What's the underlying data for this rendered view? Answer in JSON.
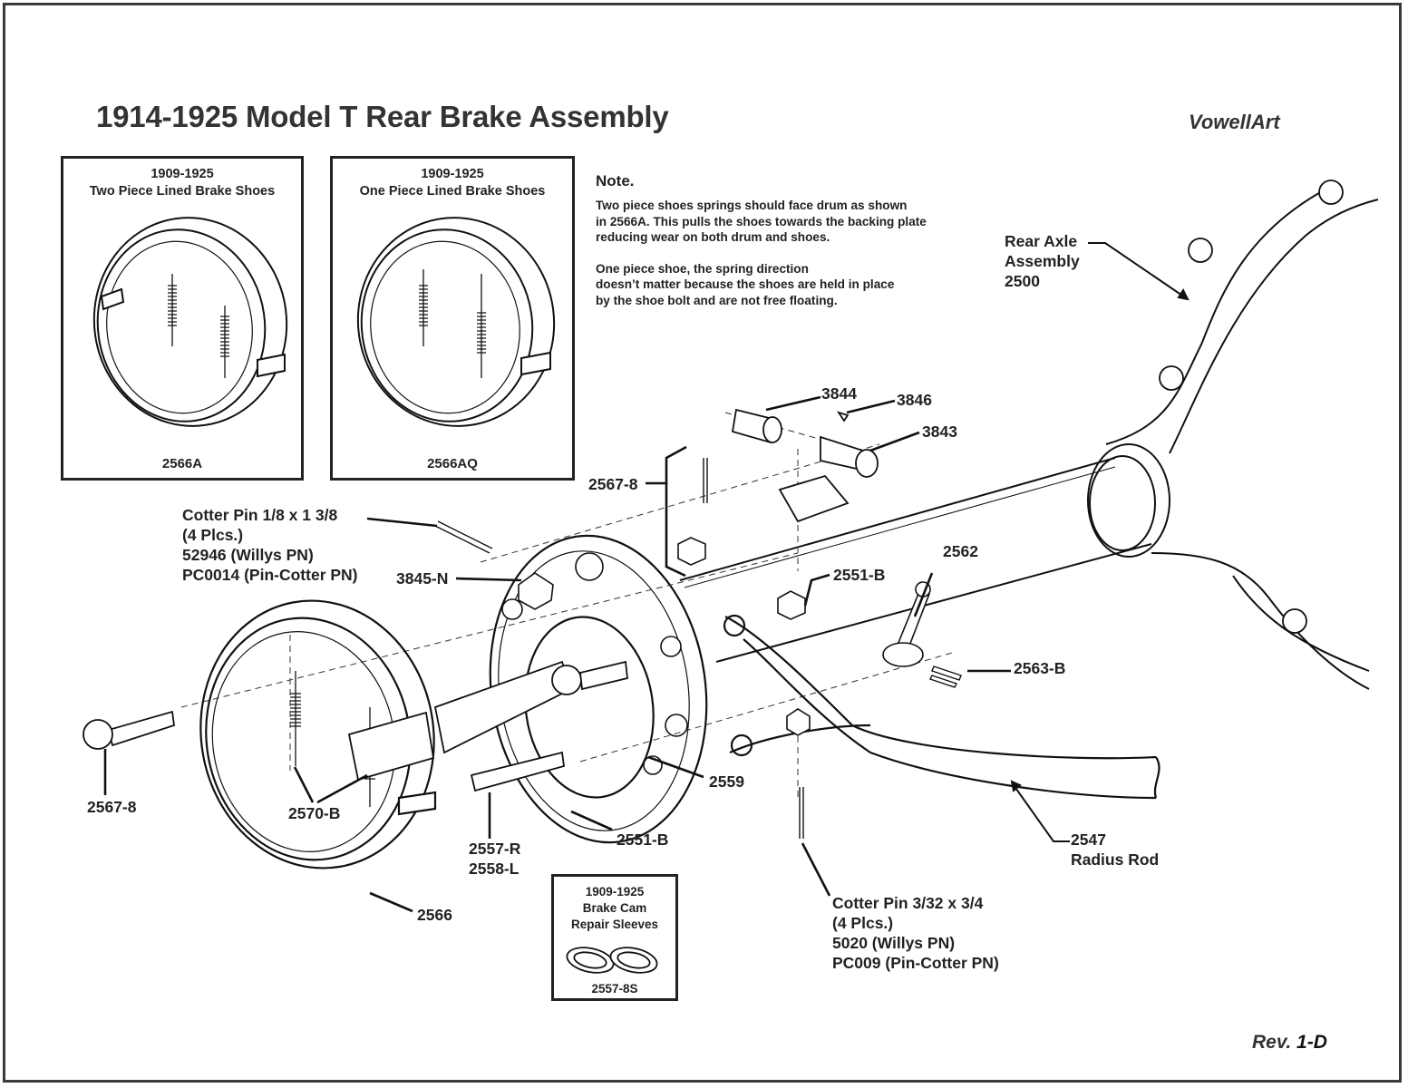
{
  "title": "1914-1925 Model T Rear Brake Assembly",
  "brand": "VowellArt",
  "revision": {
    "prefix": "Rev.",
    "code": "1-D"
  },
  "insets": {
    "two_piece": {
      "years": "1909-1925",
      "name": "Two Piece Lined Brake Shoes",
      "part_number": "2566A"
    },
    "one_piece": {
      "years": "1909-1925",
      "name": "One Piece Lined Brake Shoes",
      "part_number": "2566AQ"
    },
    "cam_sleeves": {
      "years": "1909-1925",
      "name_line1": "Brake Cam",
      "name_line2": "Repair Sleeves",
      "part_number": "2557-8S"
    }
  },
  "note": {
    "heading": "Note.",
    "paragraph1": "Two piece shoes springs should face drum as shown\nin 2566A. This pulls the shoes towards the backing plate\nreducing wear on both drum and shoes.",
    "paragraph2": "One piece shoe, the spring direction\ndoesn’t matter because the shoes are held in place\nby the shoe bolt and are not free floating."
  },
  "callouts": {
    "rear_axle": "Rear Axle\nAssembly\n2500",
    "p3844": "3844",
    "p3846": "3846",
    "p3843": "3843",
    "p2567_8_top": "2567-8",
    "cotter_large": "Cotter Pin 1/8 x 1 3/8\n(4 Plcs.)\n52946 (Willys PN)\nPC0014 (Pin-Cotter PN)",
    "p3845n": "3845-N",
    "p2551b_top": "2551-B",
    "p2562": "2562",
    "p2563b": "2563-B",
    "p2567_8_left": "2567-8",
    "p2570b": "2570-B",
    "p2557r": "2557-R\n2558-L",
    "p2566": "2566",
    "p2559": "2559",
    "p2551b_bottom": "2551-B",
    "radius_rod": "2547\nRadius Rod",
    "cotter_small": "Cotter Pin 3/32 x 3/4\n(4 Plcs.)\n5020 (Willys PN)\nPC009 (Pin-Cotter PN)"
  }
}
